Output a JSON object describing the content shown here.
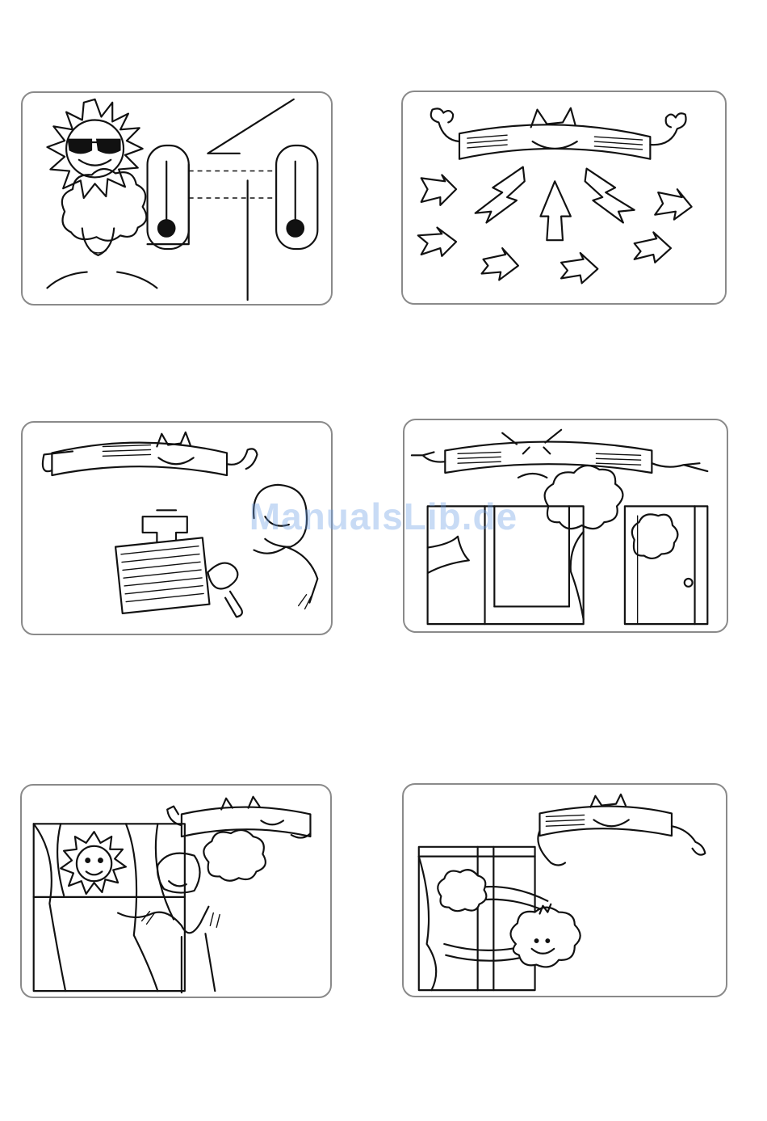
{
  "watermark": "ManualsLib.de",
  "panels": [
    {
      "id": "hot-outside-thermometers",
      "icon": "sun-thermometer-illustration"
    },
    {
      "id": "airflow-directions",
      "icon": "airflow-arrows-illustration"
    },
    {
      "id": "filter-cleaning",
      "icon": "filter-washing-illustration"
    },
    {
      "id": "close-doors-windows",
      "icon": "closed-window-door-illustration"
    },
    {
      "id": "curtains-block-sun",
      "icon": "curtain-sun-illustration"
    },
    {
      "id": "ventilate-room",
      "icon": "fresh-air-illustration"
    }
  ],
  "colors": {
    "ink": "#111111",
    "frame": "#8a8a8a",
    "watermark": "#6ea0e6"
  }
}
